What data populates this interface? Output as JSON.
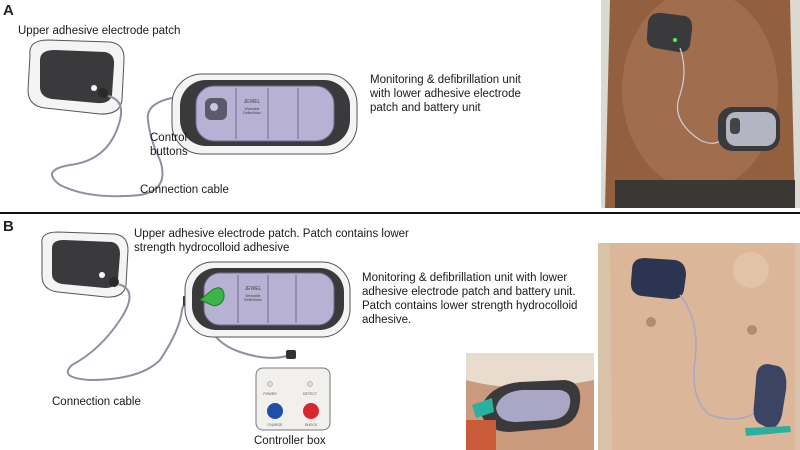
{
  "panel_a": {
    "letter": "A",
    "label_upper_patch": "Upper adhesive electrode patch",
    "label_unit_lines": [
      "Monitoring & defibrillation unit",
      "with lower adhesive electrode",
      "patch and battery unit"
    ],
    "label_buttons_lines": [
      "Control",
      "buttons"
    ],
    "label_cable": "Connection cable",
    "device_text_lines": [
      "JEWEL",
      "Wearable",
      "Defibrillator"
    ]
  },
  "panel_b": {
    "letter": "B",
    "label_upper_patch_lines": [
      "Upper adhesive electrode patch. Patch contains lower",
      "strength hydrocolloid adhesive"
    ],
    "label_unit_lines": [
      "Monitoring & defibrillation unit with lower",
      "adhesive electrode patch and battery unit.",
      "Patch contains lower strength hydrocolloid",
      "adhesive."
    ],
    "label_cable": "Connection cable",
    "label_controller": "Controller box",
    "controller_labels": [
      "POWER",
      "DETECT",
      "CHARGE",
      "SHOCK"
    ],
    "device_text_lines": [
      "JEWEL",
      "Wearable",
      "Defibrillator"
    ]
  },
  "colors": {
    "patch_dark": "#3a3a3c",
    "device_purple": "#b7b2d3",
    "cable": "#8f8fa3",
    "green_connector": "#3bb54a",
    "button_blue": "#1f4fa8",
    "button_red": "#d8262c",
    "skin": "#9b6a4c"
  }
}
